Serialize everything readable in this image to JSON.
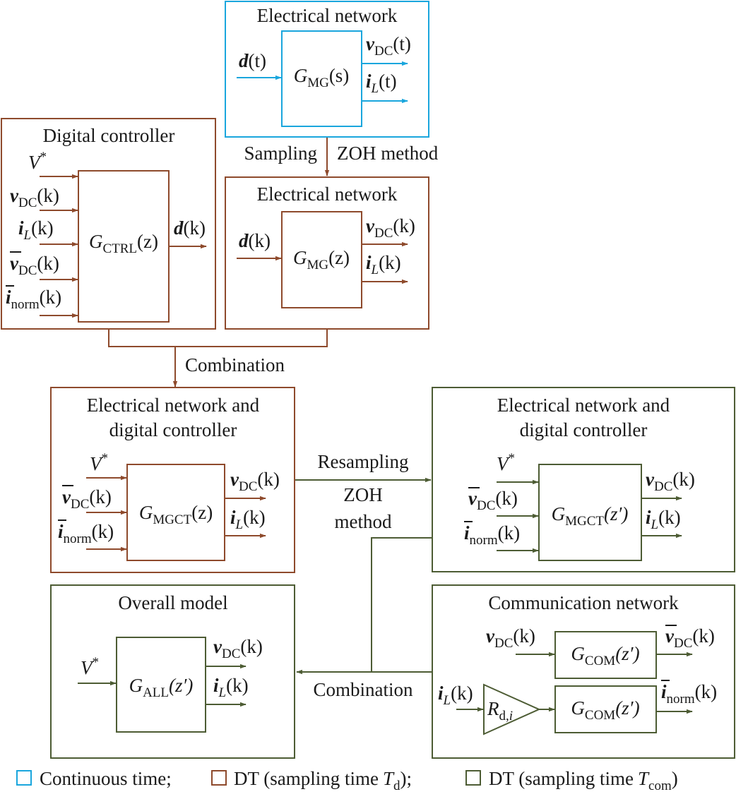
{
  "colors": {
    "continuous": "#1aa6dd",
    "dt_td": "#8e4a2c",
    "dt_tcom": "#4d5c34",
    "text": "#1a1a1a"
  },
  "blocks": {
    "cont_net": {
      "title": "Electrical network",
      "fn": "G",
      "fn_sub": "MG",
      "fn_arg": "(s)",
      "in_d": "d",
      "in_d_arg": "(t)",
      "out_v_arg": "(t)",
      "out_i_arg": "(t)"
    },
    "controller": {
      "title": "Digital controller",
      "fn": "G",
      "fn_sub": "CTRL",
      "fn_arg": "(z)",
      "out_d": "d",
      "out_d_arg": "(k)"
    },
    "dt_net": {
      "title": "Electrical network",
      "fn": "G",
      "fn_sub": "MG",
      "fn_arg": "(z)",
      "in_d": "d",
      "in_d_arg": "(k)"
    },
    "mgct_z": {
      "title_line1": "Electrical network and",
      "title_line2": "digital controller",
      "fn": "G",
      "fn_sub": "MGCT",
      "fn_arg": "(z)"
    },
    "mgct_zp": {
      "title_line1": "Electrical network and",
      "title_line2": "digital controller",
      "fn": "G",
      "fn_sub": "MGCT",
      "fn_arg": "(z′)"
    },
    "overall": {
      "title": "Overall model",
      "fn": "G",
      "fn_sub": "ALL",
      "fn_arg": "(z′)"
    },
    "comm": {
      "title": "Communication network",
      "fn": "G",
      "fn_sub": "COM",
      "fn_arg": "(z′)",
      "gain": "R",
      "gain_sub": "d,",
      "gain_sub_i": "i"
    }
  },
  "signals": {
    "v_ref": "V",
    "v_ref_sup": "*",
    "v": "v",
    "v_sub": "DC",
    "i": "i",
    "i_sub": "L",
    "i_norm_sub": "norm",
    "k_arg": "(k)"
  },
  "labels": {
    "sampling": "Sampling",
    "zoh_method": "ZOH method",
    "combination_top": "Combination",
    "resampling": "Resampling",
    "zoh": "ZOH",
    "method": "method",
    "combination_bottom": "Combination"
  },
  "legend": {
    "continuous": "Continuous time;",
    "dt_prefix": "DT (sampling time",
    "td_sym": "T",
    "td_sub": "d",
    "td_suffix": ");",
    "tcom_sym": "T",
    "tcom_sub": "com",
    "tcom_suffix": ")"
  }
}
